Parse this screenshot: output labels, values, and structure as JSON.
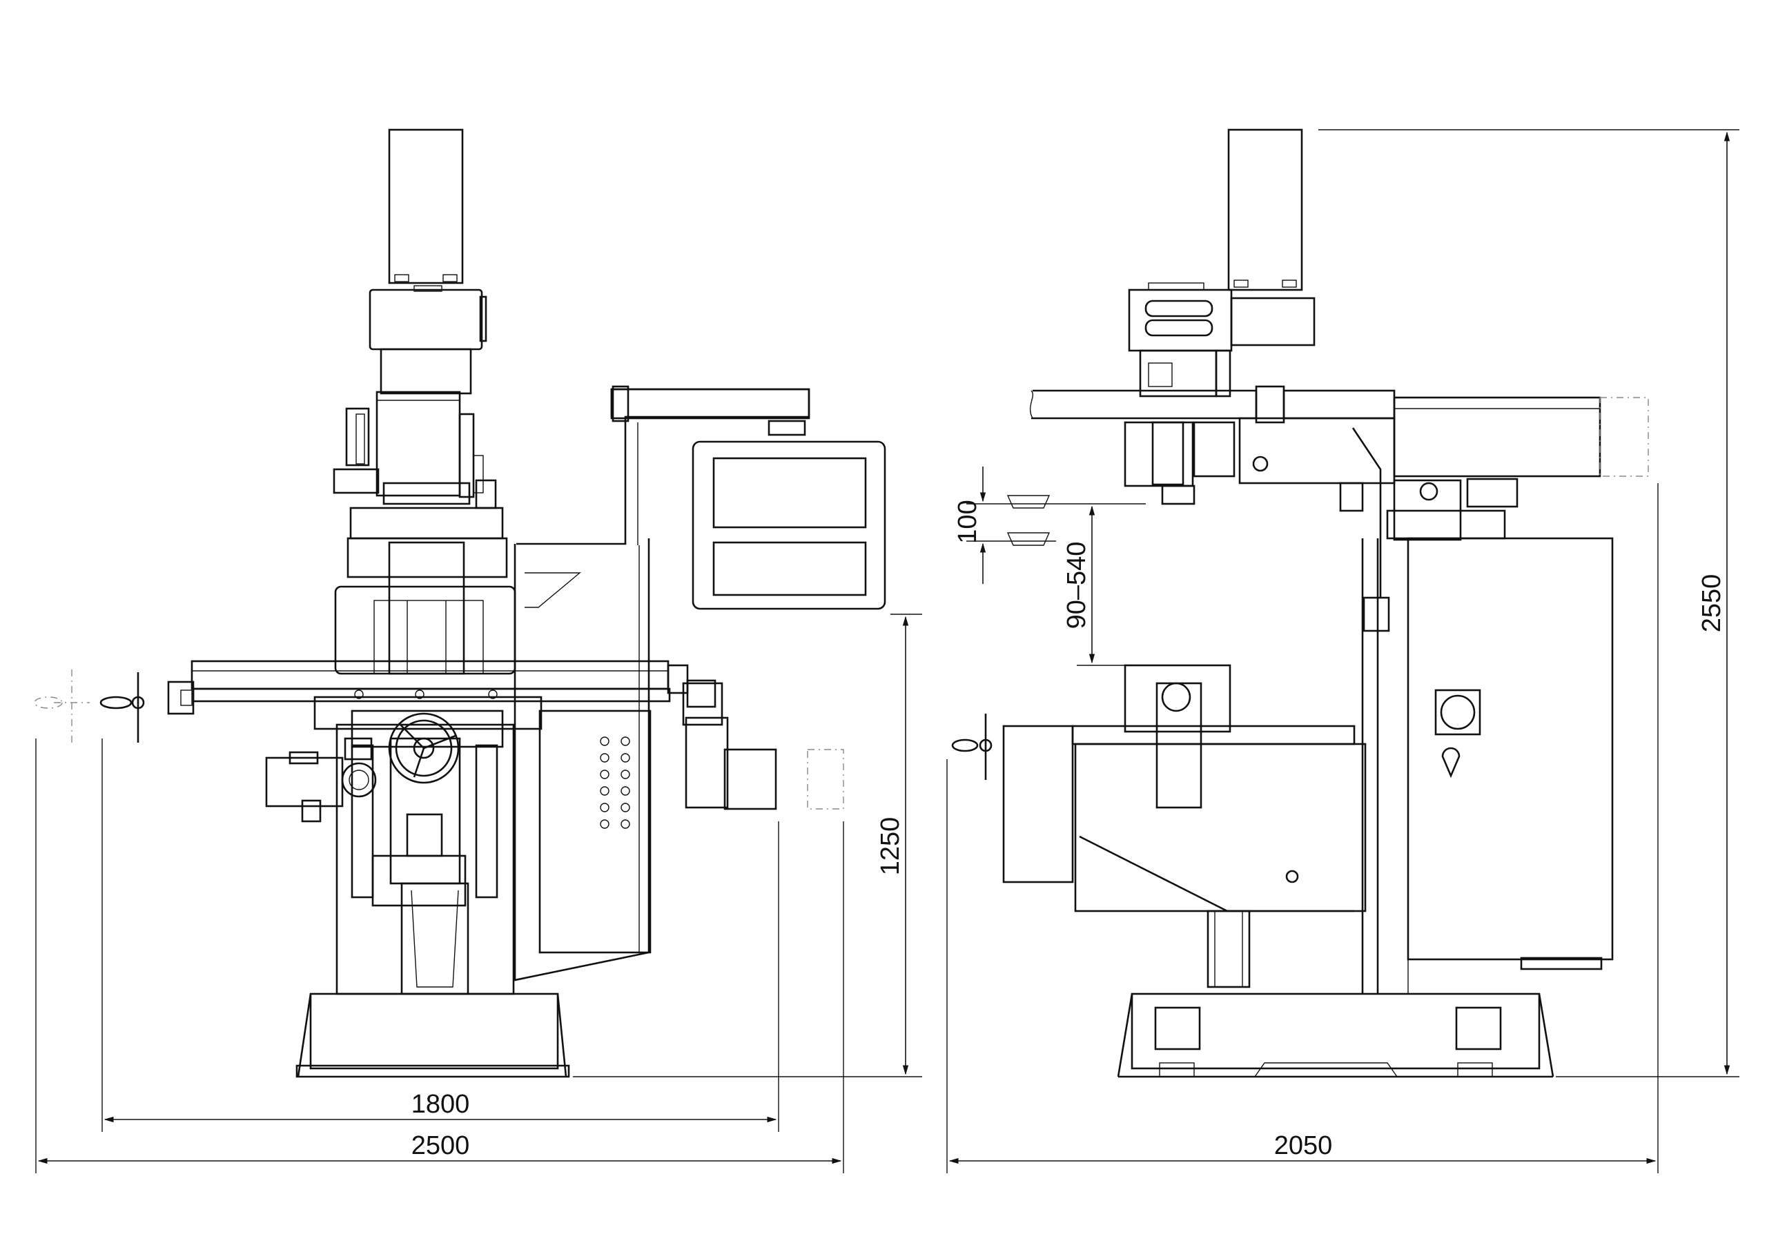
{
  "dimensions": {
    "table_length": "1800",
    "front_overall_width": "2500",
    "table_height": "1250",
    "side_overall_depth": "2050",
    "overall_height": "2550",
    "spindle_travel": "100",
    "spindle_to_table": "90–540"
  },
  "colors": {
    "line": "#111111",
    "ghost": "#888888",
    "background": "#ffffff"
  }
}
